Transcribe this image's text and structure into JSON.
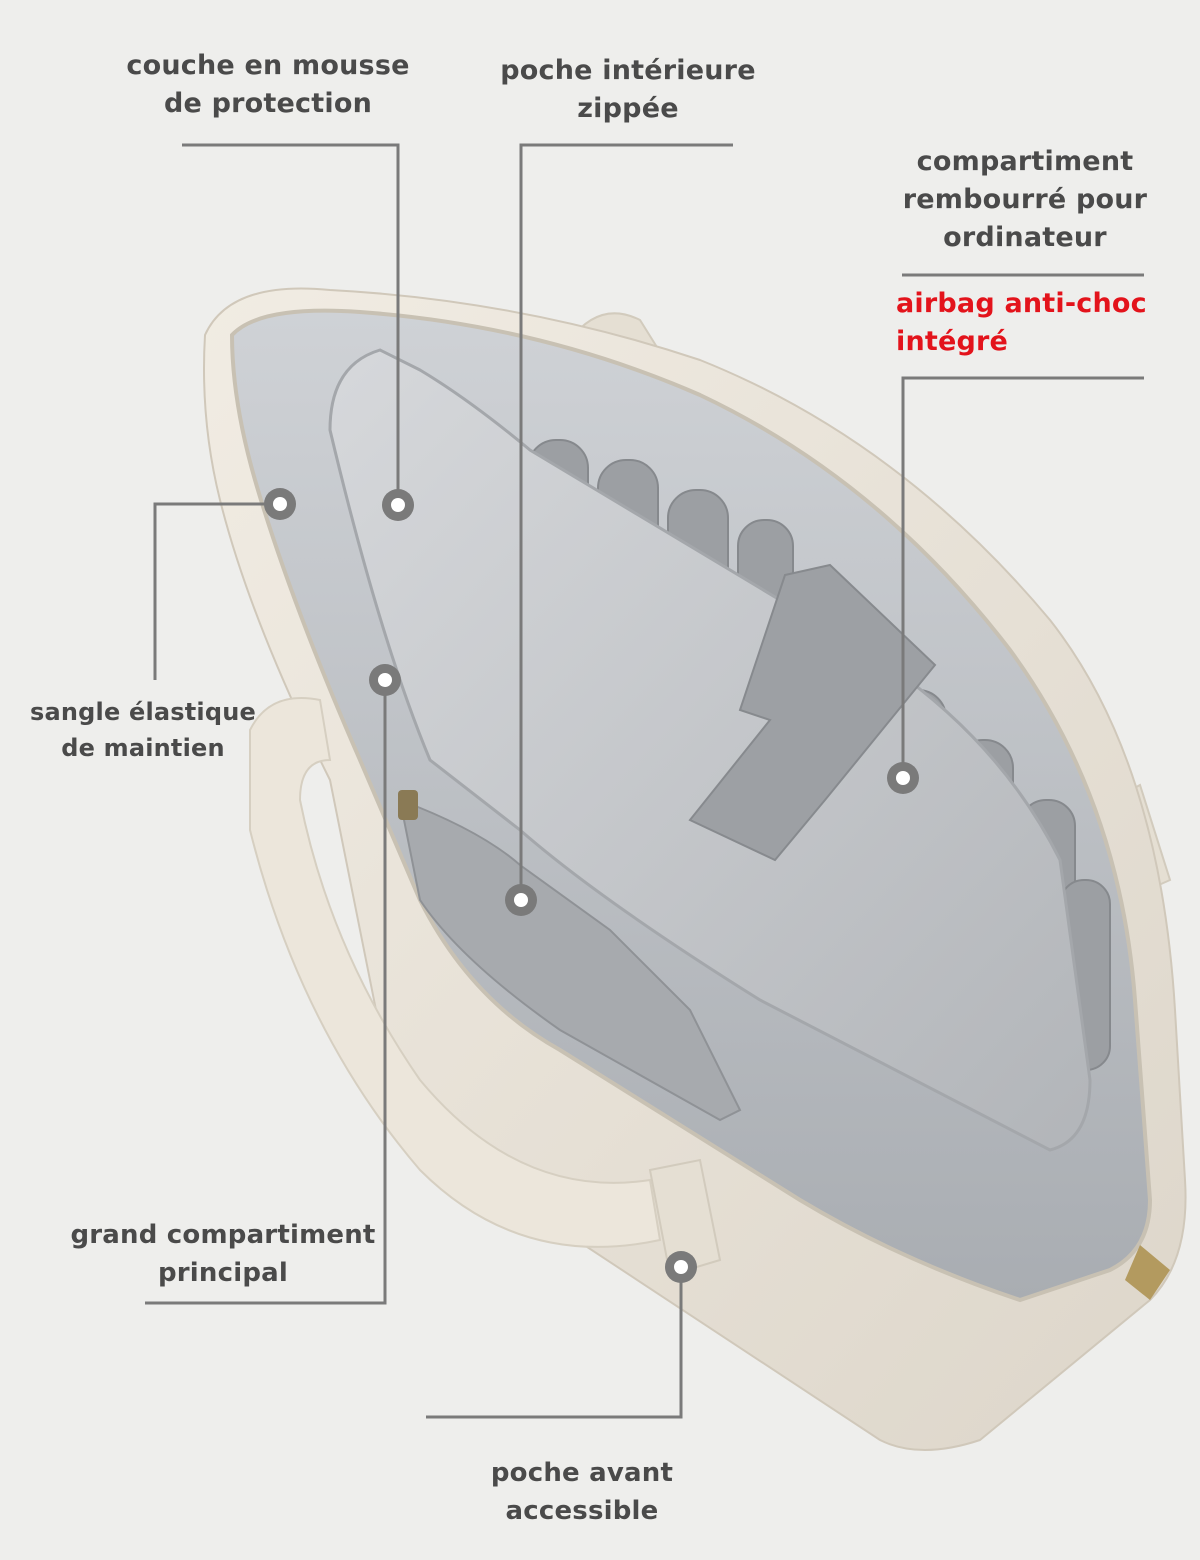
{
  "callouts": {
    "foam_layer": {
      "line1": "couche en mousse",
      "line2": "de protection"
    },
    "zip_pocket": {
      "line1": "poche intérieure",
      "line2": "zippée"
    },
    "laptop_compartment": {
      "line1": "compartiment",
      "line2": "rembourré pour",
      "line3": "ordinateur"
    },
    "airbag": {
      "line1": "airbag anti-choc",
      "line2": "intégré"
    },
    "elastic_strap": {
      "line1": "sangle élastique",
      "line2": "de maintien"
    },
    "main_compartment": {
      "line1": "grand compartiment",
      "line2": "principal"
    },
    "front_pocket": {
      "line1": "poche avant",
      "line2": "accessible"
    }
  },
  "colors": {
    "background": "#eeeeec",
    "label_text": "#4a4a4a",
    "highlight_text": "#e3131b",
    "leader_line": "#7a7a7a",
    "bag_canvas": "#e8e2d8",
    "lining": "#b9bcc0"
  }
}
